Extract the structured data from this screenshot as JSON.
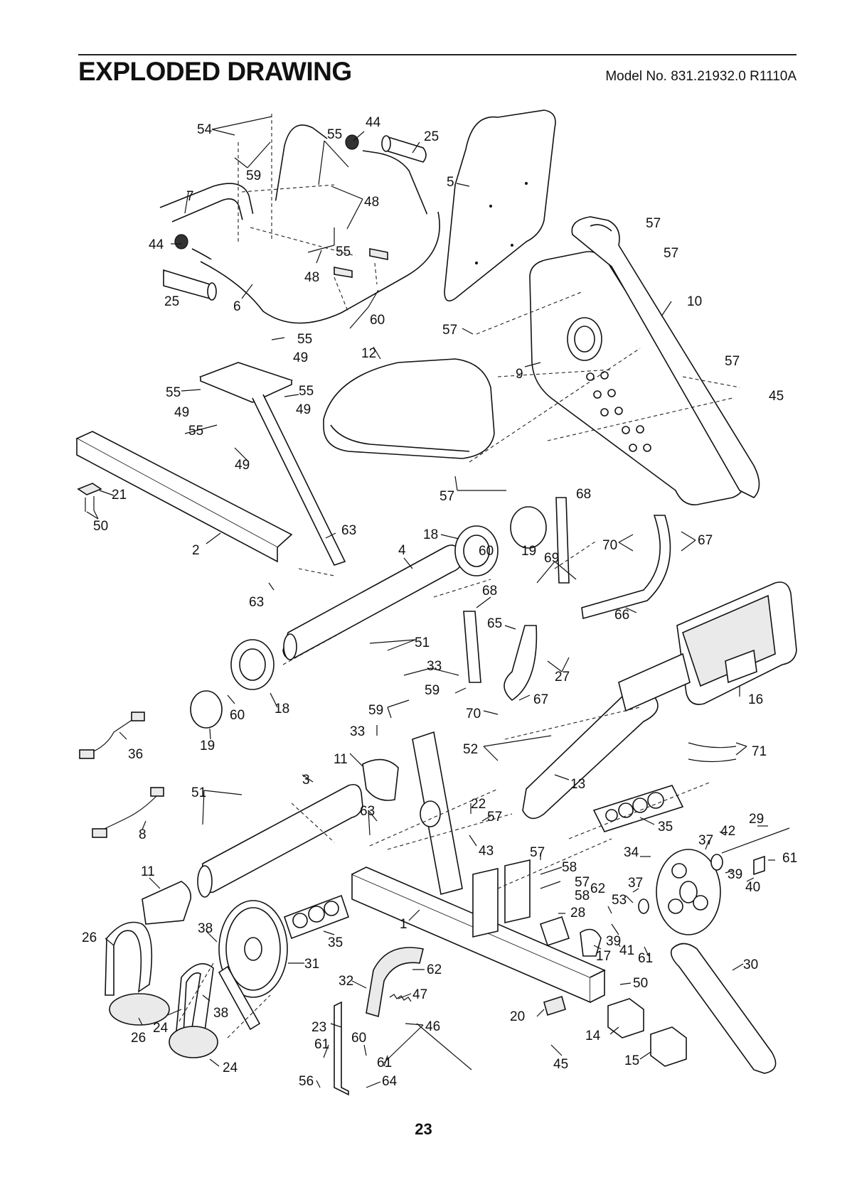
{
  "header": {
    "title": "EXPLODED DRAWING",
    "model": "Model No. 831.21932.0 R1110A"
  },
  "footer": {
    "page_number": "23"
  },
  "callouts": [
    {
      "id": "c54",
      "text": "54"
    },
    {
      "id": "c44a",
      "text": "44"
    },
    {
      "id": "c55a",
      "text": "55"
    },
    {
      "id": "c25a",
      "text": "25"
    },
    {
      "id": "c59a",
      "text": "59"
    },
    {
      "id": "c5",
      "text": "5"
    },
    {
      "id": "c7",
      "text": "7"
    },
    {
      "id": "c48a",
      "text": "48"
    },
    {
      "id": "c57a",
      "text": "57"
    },
    {
      "id": "c44b",
      "text": "44"
    },
    {
      "id": "c55b",
      "text": "55"
    },
    {
      "id": "c57b",
      "text": "57"
    },
    {
      "id": "c48b",
      "text": "48"
    },
    {
      "id": "c25b",
      "text": "25"
    },
    {
      "id": "c6",
      "text": "6"
    },
    {
      "id": "c10",
      "text": "10"
    },
    {
      "id": "c60a",
      "text": "60"
    },
    {
      "id": "c57c",
      "text": "57"
    },
    {
      "id": "c55c",
      "text": "55"
    },
    {
      "id": "c49a",
      "text": "49"
    },
    {
      "id": "c12",
      "text": "12"
    },
    {
      "id": "c9",
      "text": "9"
    },
    {
      "id": "c57d",
      "text": "57"
    },
    {
      "id": "c55d",
      "text": "55"
    },
    {
      "id": "c55e",
      "text": "55"
    },
    {
      "id": "c45a",
      "text": "45"
    },
    {
      "id": "c49b",
      "text": "49"
    },
    {
      "id": "c49c",
      "text": "49"
    },
    {
      "id": "c55f",
      "text": "55"
    },
    {
      "id": "c49d",
      "text": "49"
    },
    {
      "id": "c21",
      "text": "21"
    },
    {
      "id": "c57e",
      "text": "57"
    },
    {
      "id": "c68a",
      "text": "68"
    },
    {
      "id": "c50a",
      "text": "50"
    },
    {
      "id": "c63a",
      "text": "63"
    },
    {
      "id": "c18a",
      "text": "18"
    },
    {
      "id": "c70a",
      "text": "70"
    },
    {
      "id": "c67a",
      "text": "67"
    },
    {
      "id": "c2",
      "text": "2"
    },
    {
      "id": "c4",
      "text": "4"
    },
    {
      "id": "c60b",
      "text": "60"
    },
    {
      "id": "c19a",
      "text": "19"
    },
    {
      "id": "c69",
      "text": "69"
    },
    {
      "id": "c63b",
      "text": "63"
    },
    {
      "id": "c68b",
      "text": "68"
    },
    {
      "id": "c66",
      "text": "66"
    },
    {
      "id": "c65",
      "text": "65"
    },
    {
      "id": "c51a",
      "text": "51"
    },
    {
      "id": "c33a",
      "text": "33"
    },
    {
      "id": "c27",
      "text": "27"
    },
    {
      "id": "c16",
      "text": "16"
    },
    {
      "id": "c59b",
      "text": "59"
    },
    {
      "id": "c67b",
      "text": "67"
    },
    {
      "id": "c59c",
      "text": "59"
    },
    {
      "id": "c70b",
      "text": "70"
    },
    {
      "id": "c60c",
      "text": "60"
    },
    {
      "id": "c18b",
      "text": "18"
    },
    {
      "id": "c33b",
      "text": "33"
    },
    {
      "id": "c19b",
      "text": "19"
    },
    {
      "id": "c36",
      "text": "36"
    },
    {
      "id": "c52",
      "text": "52"
    },
    {
      "id": "c71",
      "text": "71"
    },
    {
      "id": "c11a",
      "text": "11"
    },
    {
      "id": "c3",
      "text": "3"
    },
    {
      "id": "c13",
      "text": "13"
    },
    {
      "id": "c51b",
      "text": "51"
    },
    {
      "id": "c22",
      "text": "22"
    },
    {
      "id": "c63c",
      "text": "63"
    },
    {
      "id": "c57f",
      "text": "57"
    },
    {
      "id": "c35a",
      "text": "35"
    },
    {
      "id": "c29",
      "text": "29"
    },
    {
      "id": "c8",
      "text": "8"
    },
    {
      "id": "c42",
      "text": "42"
    },
    {
      "id": "c37a",
      "text": "37"
    },
    {
      "id": "c43",
      "text": "43"
    },
    {
      "id": "c57g",
      "text": "57"
    },
    {
      "id": "c34",
      "text": "34"
    },
    {
      "id": "c61a",
      "text": "61"
    },
    {
      "id": "c58a",
      "text": "58"
    },
    {
      "id": "c11b",
      "text": "11"
    },
    {
      "id": "c39a",
      "text": "39"
    },
    {
      "id": "c57h",
      "text": "57"
    },
    {
      "id": "c37b",
      "text": "37"
    },
    {
      "id": "c40",
      "text": "40"
    },
    {
      "id": "c58b",
      "text": "58"
    },
    {
      "id": "c53",
      "text": "53"
    },
    {
      "id": "c62a",
      "text": "62"
    },
    {
      "id": "c28",
      "text": "28"
    },
    {
      "id": "c1",
      "text": "1"
    },
    {
      "id": "c38a",
      "text": "38"
    },
    {
      "id": "c26a",
      "text": "26"
    },
    {
      "id": "c35b",
      "text": "35"
    },
    {
      "id": "c39b",
      "text": "39"
    },
    {
      "id": "c41",
      "text": "41"
    },
    {
      "id": "c17",
      "text": "17"
    },
    {
      "id": "c61b",
      "text": "61"
    },
    {
      "id": "c31",
      "text": "31"
    },
    {
      "id": "c32",
      "text": "32"
    },
    {
      "id": "c62b",
      "text": "62"
    },
    {
      "id": "c30",
      "text": "30"
    },
    {
      "id": "c50b",
      "text": "50"
    },
    {
      "id": "c47",
      "text": "47"
    },
    {
      "id": "c38b",
      "text": "38"
    },
    {
      "id": "c24a",
      "text": "24"
    },
    {
      "id": "c23",
      "text": "23"
    },
    {
      "id": "c46",
      "text": "46"
    },
    {
      "id": "c20",
      "text": "20"
    },
    {
      "id": "c26b",
      "text": "26"
    },
    {
      "id": "c60d",
      "text": "60"
    },
    {
      "id": "c61c",
      "text": "61"
    },
    {
      "id": "c14",
      "text": "14"
    },
    {
      "id": "c45b",
      "text": "45"
    },
    {
      "id": "c61d",
      "text": "61"
    },
    {
      "id": "c15",
      "text": "15"
    },
    {
      "id": "c24b",
      "text": "24"
    },
    {
      "id": "c56",
      "text": "56"
    },
    {
      "id": "c64",
      "text": "64"
    }
  ]
}
